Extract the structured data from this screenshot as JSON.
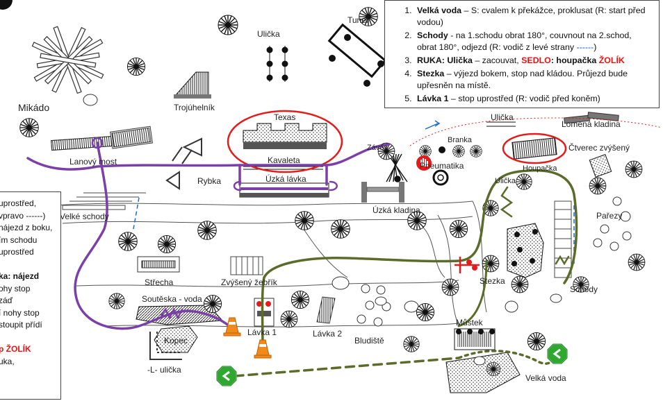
{
  "legend": {
    "items": [
      {
        "num": "1.",
        "title": "Velká voda",
        "text": " – S: cvalem k překážce, proklusat (R: start před vodou)"
      },
      {
        "num": "2.",
        "title": "Schody",
        "text": " - na 1.schodu obrat 180°, couvnout na 2.schod, obrat 180°, odjezd (R: vodič z levé strany ",
        "dash": "------",
        "tail": ")"
      },
      {
        "num": "3.",
        "title": "RUKA: Ulička",
        "text": " – zacouvat, ",
        "sedlo": "SEDLO",
        "sedlo_text": ": houpačka ",
        "zolik": "ŽOLÍK"
      },
      {
        "num": "4.",
        "title": "Stezka",
        "text": " – výjezd bokem, stop nad kládou. Průjezd bude upřesněn na místě."
      },
      {
        "num": "5.",
        "title": "Lávka 1",
        "text": " – stop uprostřed (R: vodič před koněm)"
      }
    ]
  },
  "left_note": {
    "lines": [
      "uprostřed,",
      "",
      "vpravo ------)",
      "nájezd z boku,",
      "ím schodu",
      "uprostřed",
      "",
      "ka: nájezd",
      "ohy stop",
      "záď",
      "í nohy stop",
      "stoupit přídí",
      "",
      "p ŽOLÍK",
      "uka,"
    ]
  },
  "labels": {
    "ulicka_top": "Ulička",
    "tunel": "Tunel",
    "mikado": "Mikádo",
    "trojuhelnik": "Trojúhelník",
    "texas": "Texas",
    "kavaleta": "Kavaleta",
    "uzka_lavka": "Úzká lávka",
    "lanovy_most": "Lanový most",
    "rybka": "Rybka",
    "zaves": "Závěs",
    "branka": "Branka",
    "pneumatika": "Pneumatika",
    "ulicka_right": "Ulička",
    "lomena_kladina": "Lomená kladina",
    "ctverec": "Čtverec zvýšený",
    "houpacka": "Houpačka",
    "ulicka_vert": "Ulička",
    "parezy": "Pařezy",
    "uzka_kladina": "Úzká kladina",
    "velke_schody": "Velké schody",
    "strecha": "Střecha",
    "zvyseny_zebrik": "Zvýšený žebřík",
    "souteska": "Soutěska - voda",
    "kopec": "Kopec",
    "l_ulicka": "-L- ulička",
    "lavka1": "Lávka 1",
    "lavka2": "Lávka 2",
    "bludiste": "Bludiště",
    "stezka": "Stezka",
    "schody": "Schody",
    "mustek": "Můstek",
    "velka_voda": "Velká voda"
  },
  "colors": {
    "purple": "#7b3fa8",
    "olive": "#5a6b2a",
    "red": "#e31b1b",
    "orange": "#f08a1c",
    "green": "#2ea82e",
    "blue": "#1a6bd1"
  }
}
